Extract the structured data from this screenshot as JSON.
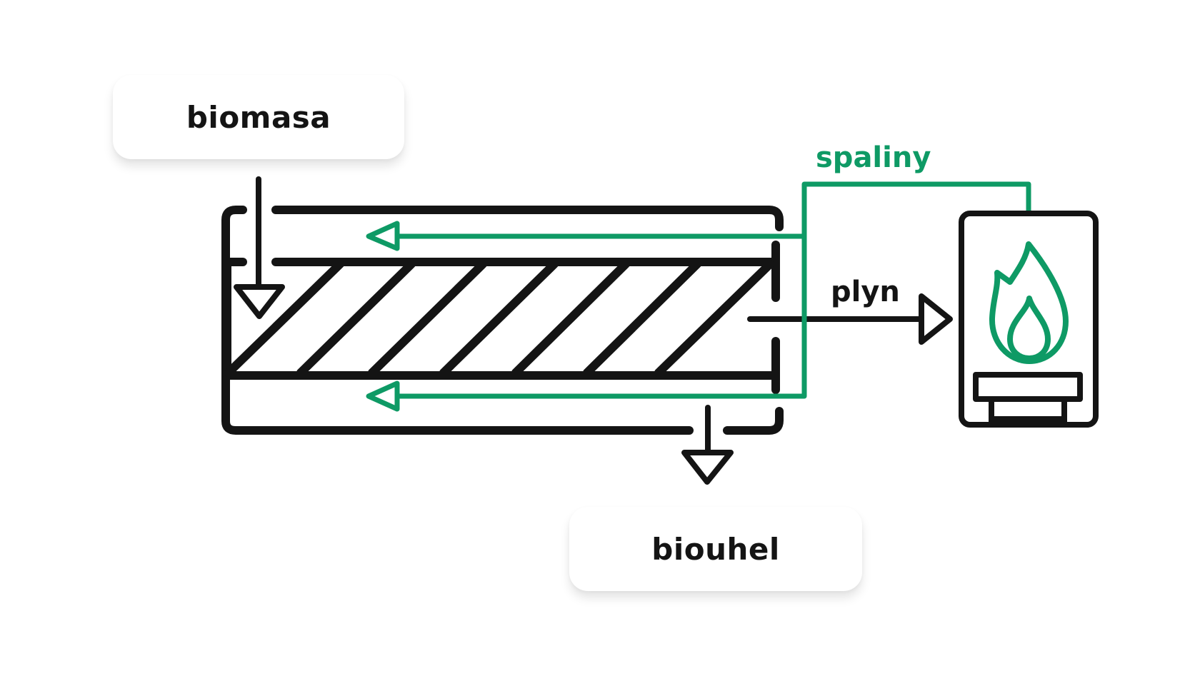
{
  "labels": {
    "biomasa": "biomasa",
    "biouhel": "biouhel",
    "spaliny": "spaliny",
    "plyn": "plyn"
  },
  "colors": {
    "line": "#141414",
    "accent": "#0e9a65",
    "background": "#ffffff"
  },
  "icons": {
    "boiler": "boiler-icon",
    "flame": "flame-icon"
  }
}
